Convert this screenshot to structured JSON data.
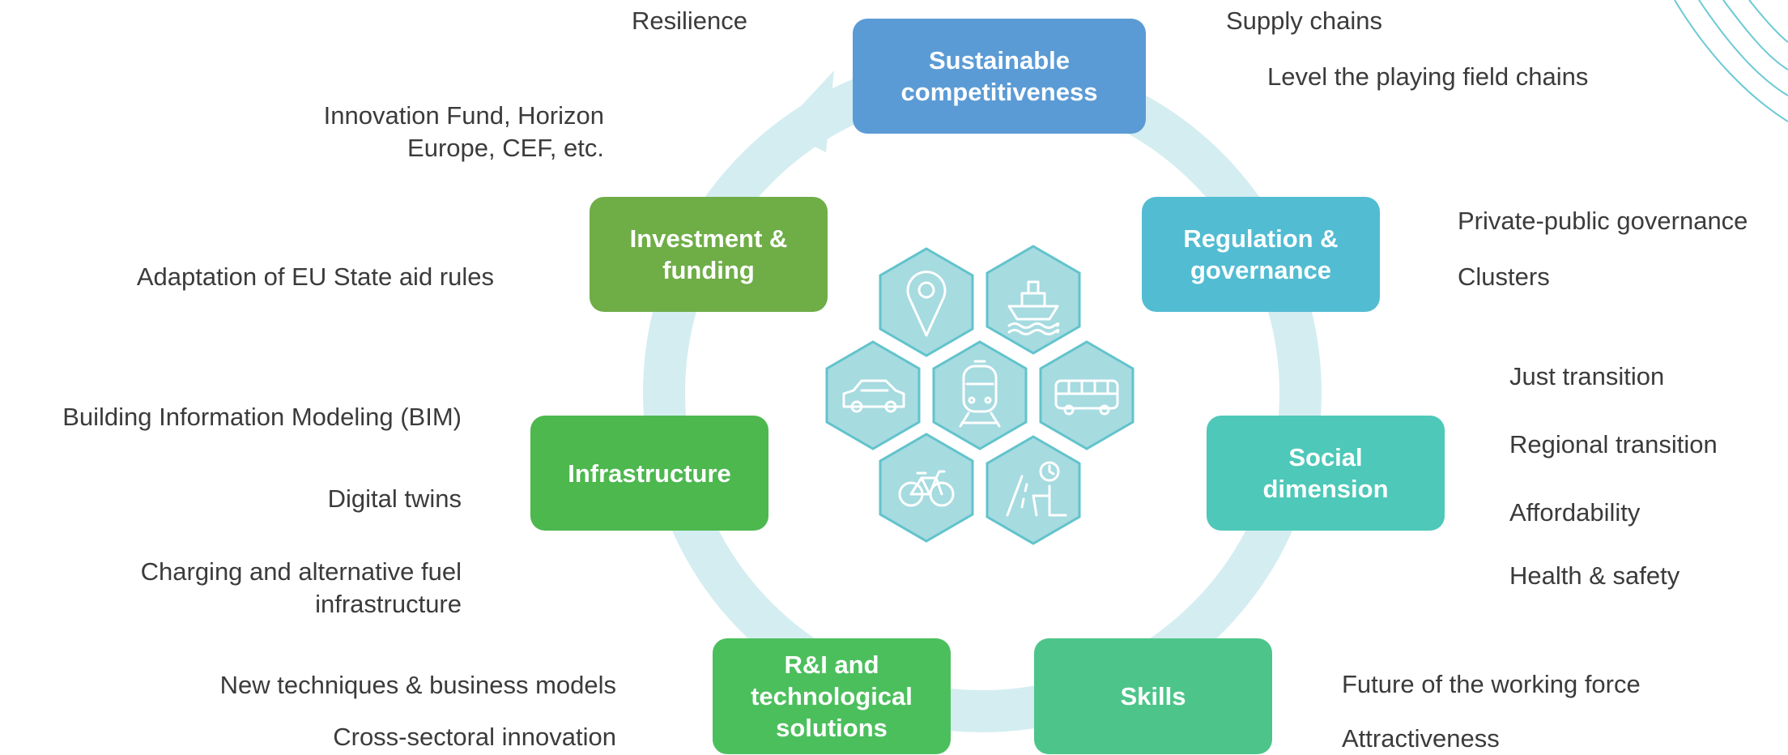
{
  "nodes": {
    "sustainable_competitiveness": {
      "label": "Sustainable\ncompetitiveness",
      "color": "#5b9bd5"
    },
    "regulation_governance": {
      "label": "Regulation &\ngovernance",
      "color": "#52bcd2"
    },
    "social_dimension": {
      "label": "Social\ndimension",
      "color": "#4ec8b8"
    },
    "skills": {
      "label": "Skills",
      "color": "#4dc58a"
    },
    "ri_solutions": {
      "label": "R&I and\ntechnological\nsolutions",
      "color": "#4cbf5d"
    },
    "infrastructure": {
      "label": "Infrastructure",
      "color": "#4cb84e"
    },
    "investment_funding": {
      "label": "Investment &\nfunding",
      "color": "#6fad47"
    }
  },
  "labels": {
    "resilience": "Resilience",
    "supply_chains": "Supply chains",
    "level_playing_field": "Level the playing field chains",
    "innovation_fund": "Innovation Fund, Horizon\nEurope, CEF, etc.",
    "private_public_governance": "Private-public governance",
    "clusters": "Clusters",
    "adaptation_state_aid": "Adaptation of EU State aid rules",
    "just_transition": "Just transition",
    "regional_transition": "Regional transition",
    "affordability": "Affordability",
    "health_safety": "Health & safety",
    "bim": "Building Information Modeling (BIM)",
    "digital_twins": "Digital twins",
    "charging_infra": "Charging and alternative fuel\ninfrastructure",
    "new_techniques": "New techniques & business models",
    "cross_sectoral": "Cross-sectoral innovation",
    "future_working_force": "Future of the working force",
    "attractiveness": "Attractiveness"
  },
  "colors": {
    "ring": "#d4edf1",
    "hex_fill": "#a6dbe0",
    "hex_stroke": "#62c3cc",
    "icon_stroke": "#ffffff",
    "text": "#3b3b3b",
    "corner_lines": "#6cc9d6"
  },
  "icons": [
    "location-pin-icon",
    "ship-icon",
    "car-icon",
    "train-icon",
    "bus-icon",
    "bicycle-icon",
    "road-clock-icon"
  ]
}
